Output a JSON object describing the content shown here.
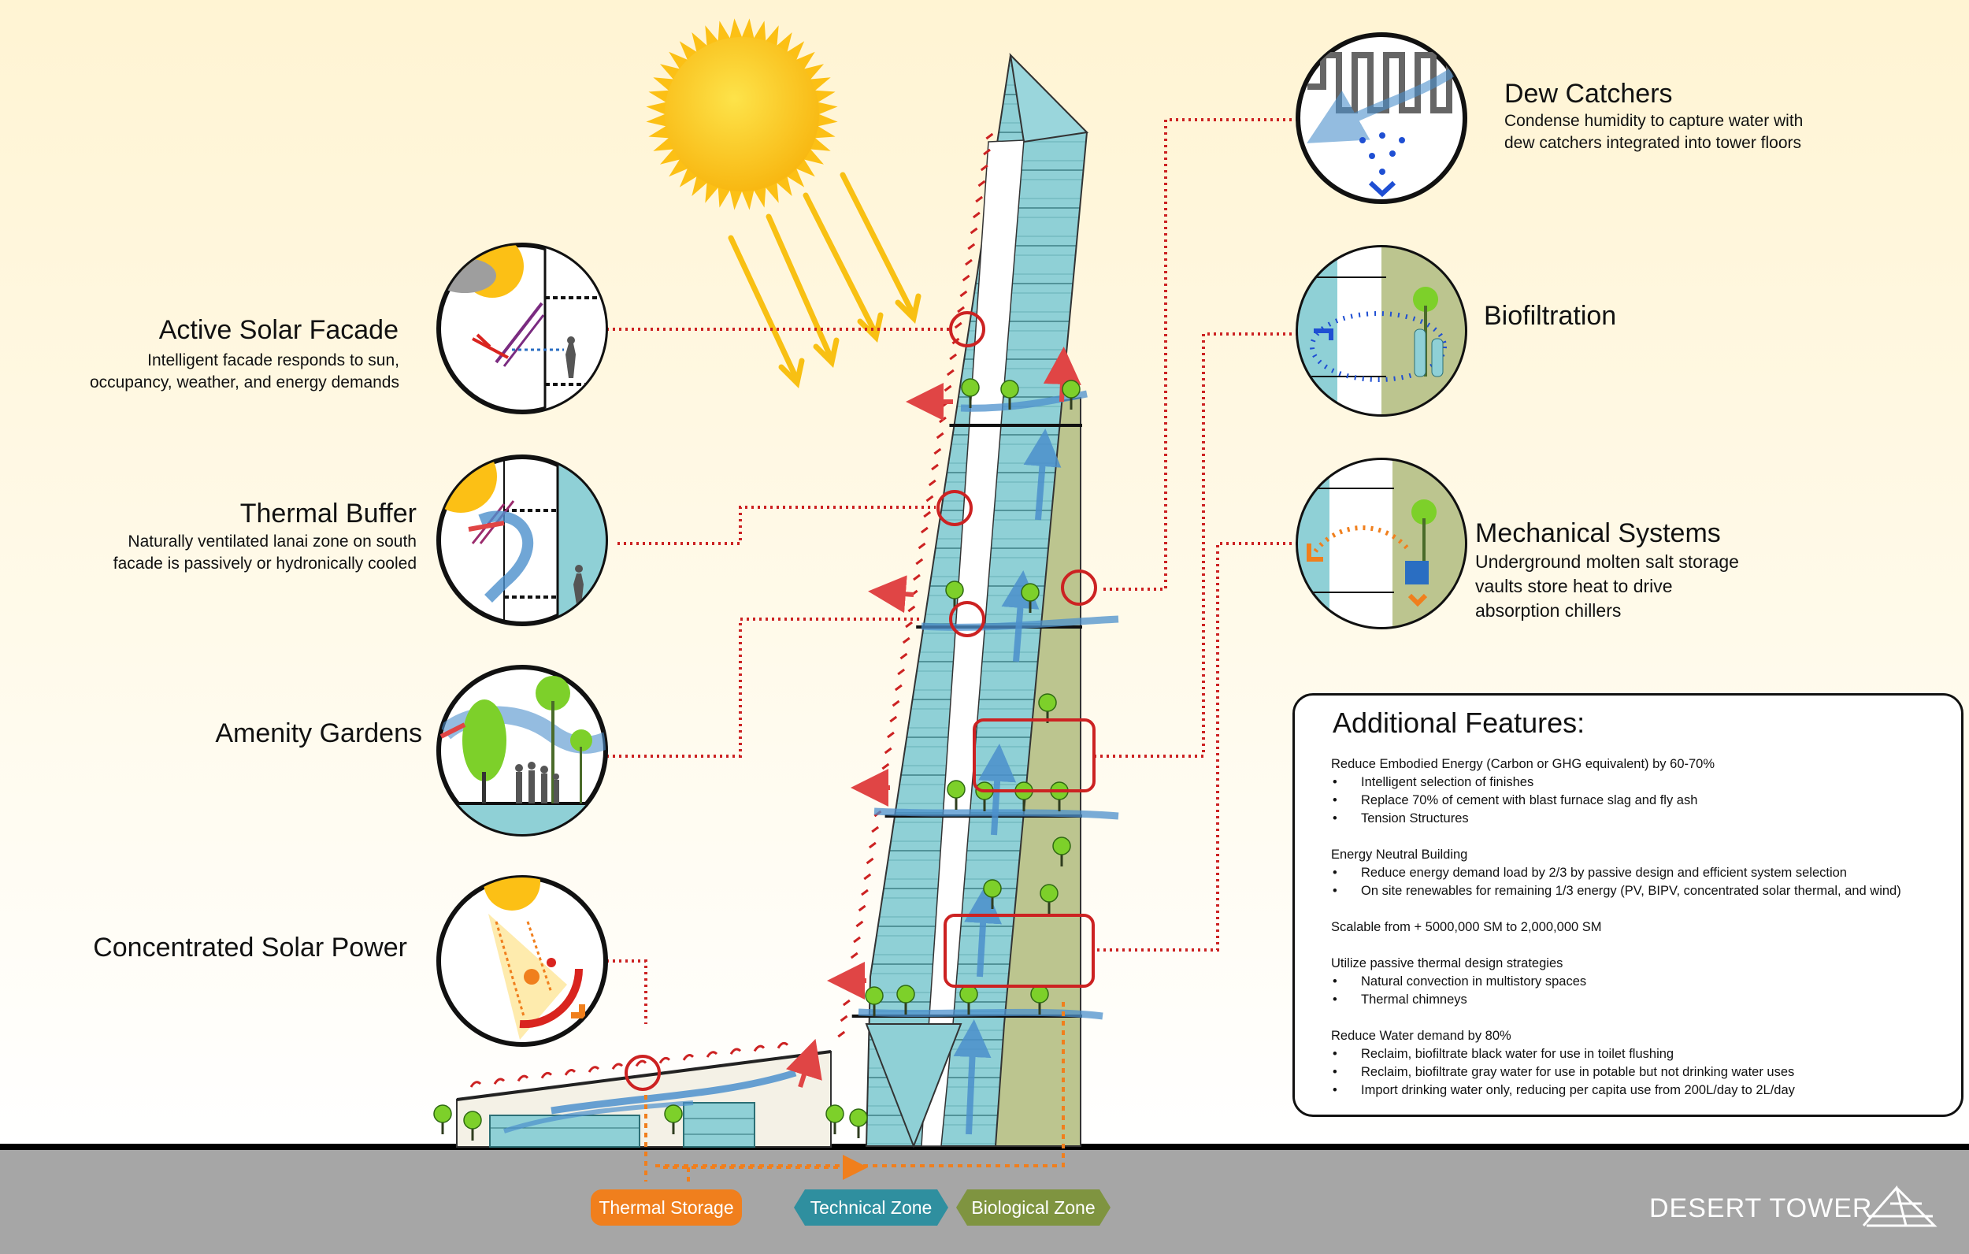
{
  "callouts": {
    "active_solar_facade": {
      "title": "Active Solar Facade",
      "lines": [
        "Intelligent facade responds to sun,",
        "occupancy, weather, and energy demands"
      ]
    },
    "thermal_buffer": {
      "title": "Thermal Buffer",
      "lines": [
        "Naturally ventilated lanai zone on south",
        "facade is passively or hydronically cooled"
      ]
    },
    "amenity_gardens": {
      "title": "Amenity Gardens"
    },
    "concentrated_solar_power": {
      "title": "Concentrated Solar Power"
    },
    "dew_catchers": {
      "title": "Dew Catchers",
      "lines": [
        "Condense humidity to capture water with",
        "dew catchers integrated into tower floors"
      ]
    },
    "biofiltration": {
      "title": "Biofiltration"
    },
    "mechanical_systems": {
      "title": "Mechanical Systems",
      "lines": [
        "Underground molten salt storage",
        "vaults store heat to drive",
        "absorption chillers"
      ]
    }
  },
  "features": {
    "title": "Additional Features:",
    "groups": [
      {
        "heading": "Reduce Embodied Energy (Carbon or GHG equivalent) by 60-70%",
        "items": [
          "Intelligent selection of finishes",
          "Replace 70% of cement with blast furnace slag and fly ash",
          "Tension Structures"
        ]
      },
      {
        "heading": "Energy Neutral Building",
        "items": [
          "Reduce energy demand load by 2/3 by passive design and efficient system selection",
          "On site renewables for remaining 1/3 energy (PV, BIPV, concentrated solar thermal, and wind)"
        ]
      },
      {
        "heading": "Scalable from + 5000,000 SM to 2,000,000 SM",
        "items": []
      },
      {
        "heading": "Utilize passive thermal design strategies",
        "items": [
          "Natural convection in multistory spaces",
          "Thermal chimneys"
        ]
      },
      {
        "heading": "Reduce Water demand by 80%",
        "items": [
          "Reclaim, biofiltrate black water for use in toilet flushing",
          "Reclaim, biofiltrate gray water for use in potable but not drinking water uses",
          "Import drinking water only, reducing per capita use from 200L/day to 2L/day"
        ]
      }
    ]
  },
  "zones": {
    "thermal_storage": "Thermal  Storage",
    "technical_zone": "Technical Zone",
    "biological_zone": "Biological Zone"
  },
  "brand": "DESERT TOWER",
  "colors": {
    "sun": "#fcc015",
    "glass": "#8fd0d6",
    "biological": "#bcc58f",
    "leader": "#cc2222",
    "airflow": "#4c90cc",
    "thermal": "#f07f1d",
    "ground": "#a6a6a6"
  }
}
